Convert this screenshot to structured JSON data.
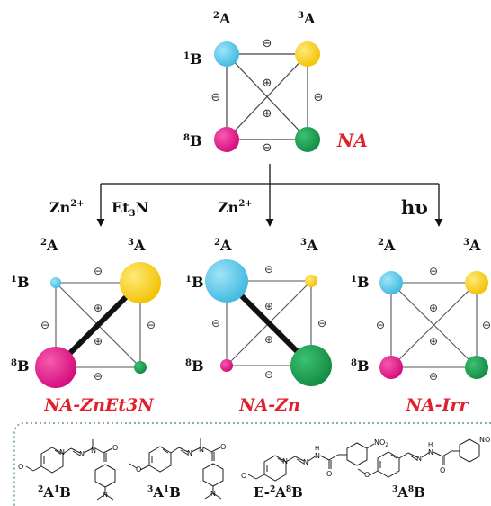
{
  "colors": {
    "A2": "#56c8ec",
    "A3": "#f6cf20",
    "B1": "#56c8ec",
    "B8": "#e6178c",
    "B8_top": "#e6178c",
    "green": "#1d9f50",
    "red_label": "#e0202a"
  },
  "labels": {
    "A2": "A",
    "A2_sup": "2",
    "A3": "A",
    "A3_sup": "3",
    "B1": "B",
    "B1_sup": "1",
    "B8": "B",
    "B8_sup": "8"
  },
  "signs": {
    "minus": "⊖",
    "plus": "⊕"
  },
  "top": {
    "name": "NA"
  },
  "reagents": {
    "zn_left": "Zn",
    "zn_left_sup": "2+",
    "et3n": "Et",
    "et3n_sub": "3",
    "et3n_tail": "N",
    "zn_mid": "Zn",
    "zn_mid_sup": "2+",
    "hv": "hυ"
  },
  "squares": [
    {
      "name": "NA-ZnEt3N"
    },
    {
      "name": "NA-Zn"
    },
    {
      "name": "NA-Irr"
    }
  ],
  "molecules": {
    "m1": {
      "label_a_sup": "2",
      "label_a": "A",
      "label_b_sup": "1",
      "label_b": "B"
    },
    "m2": {
      "label_a_sup": "3",
      "label_a": "A",
      "label_b_sup": "1",
      "label_b": "B"
    },
    "m3": {
      "prefix": "E-",
      "label_a_sup": "2",
      "label_a": "A",
      "label_b_sup": "8",
      "label_b": "B",
      "no2": "NO",
      "no2_sub": "2"
    },
    "m4": {
      "label_a_sup": "3",
      "label_a": "A",
      "label_b_sup": "8",
      "label_b": "B",
      "no2": "NO"
    }
  },
  "atoms": {
    "O": "O",
    "N": "N",
    "H": "H"
  }
}
